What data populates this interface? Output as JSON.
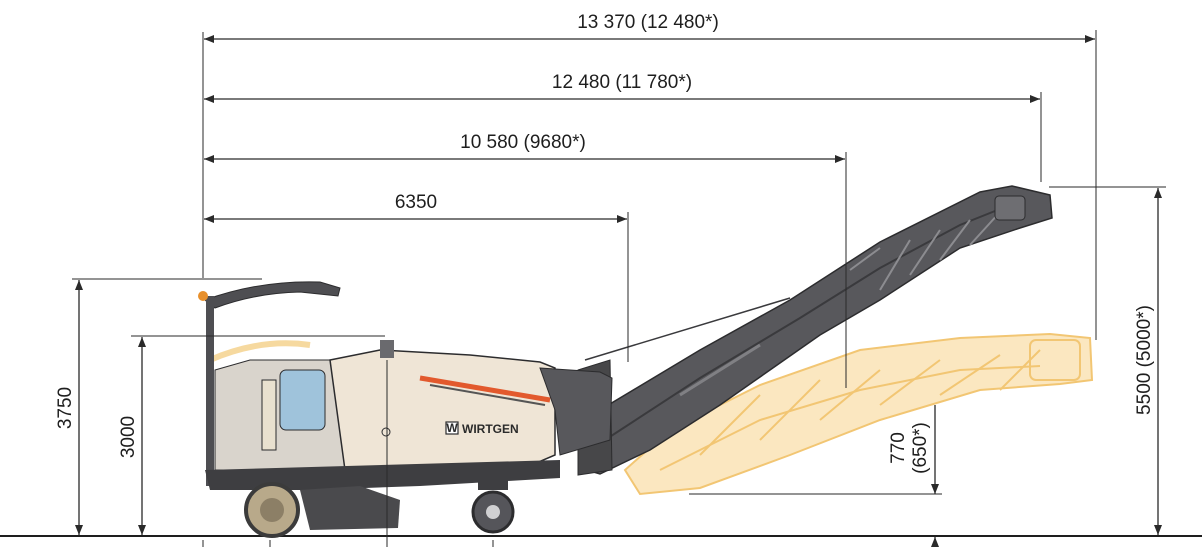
{
  "dimensions": {
    "overall_length": "13 370 (12 480*)",
    "length_2": "12 480 (11 780*)",
    "length_3": "10 580 (9680*)",
    "length_4": "6350",
    "height_canopy": "3750",
    "height_cab": "3000",
    "discharge_height_max": "5500 (5000*)",
    "discharge_height_min_line1": "770",
    "discharge_height_min_line2": "(650*)"
  },
  "machine": {
    "brand_label": "WIRTGEN",
    "brand_mark": "W"
  },
  "colors": {
    "body": "#efe5d6",
    "dark": "#4a4a4d",
    "conveyor": "#5c5c60",
    "ghost_conveyor": "#f6d79a",
    "accent_stripe": "#e2592d"
  }
}
